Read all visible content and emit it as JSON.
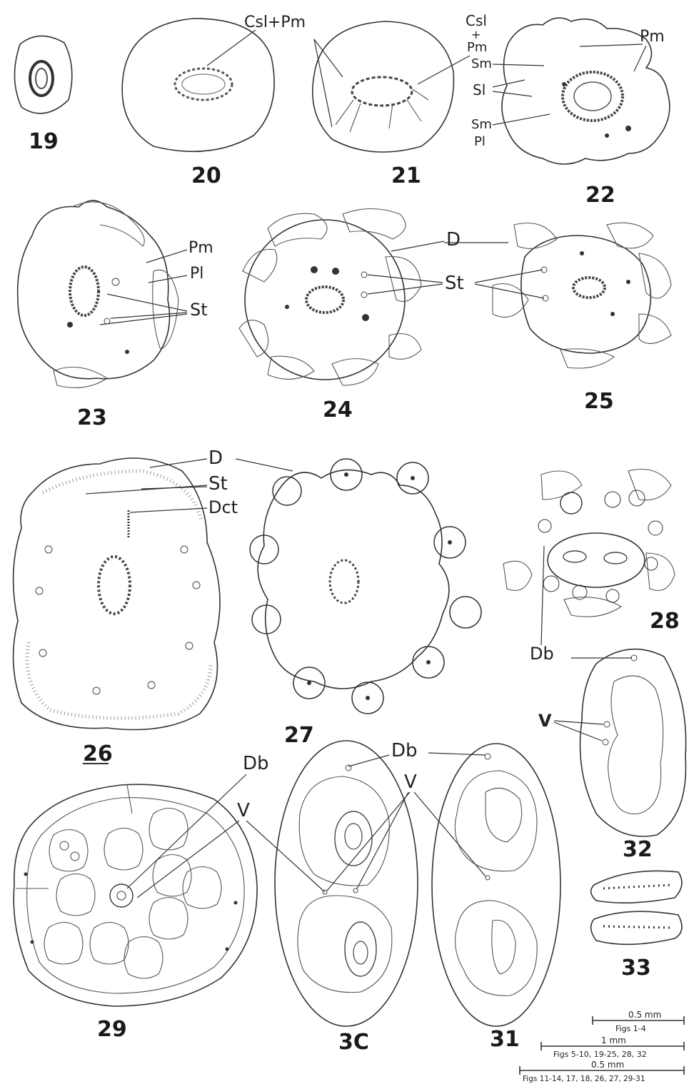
{
  "figures": {
    "f19": "19",
    "f20": "20",
    "f21": "21",
    "f22": "22",
    "f23": "23",
    "f24": "24",
    "f25": "25",
    "f26": "26",
    "f27": "27",
    "f28": "28",
    "f29": "29",
    "f30": "3C",
    "f31": "31",
    "f32": "32",
    "f33": "33"
  },
  "labels": {
    "csl_pm_20": "Csl+Pm",
    "csl_21": "Csl",
    "plus_21": "+",
    "pm_21": "Pm",
    "pm_22": "Pm",
    "sm_22a": "Sm",
    "sl_22": "Sl",
    "sm_22b": "Sm",
    "pl_22": "Pl",
    "pm_23": "Pm",
    "pl_23": "Pl",
    "st_23": "St",
    "d_24": "D",
    "st_24": "St",
    "d_26": "D",
    "st_26": "St",
    "dct_26": "Dct",
    "db_28": "Db",
    "v_32": "V",
    "db_29": "Db",
    "v_29": "V",
    "db_30": "Db",
    "v_30": "V"
  },
  "scale_bars": [
    {
      "value": "0.5 mm",
      "figs": "Figs 1-4"
    },
    {
      "value": "1 mm",
      "figs": "Figs 5-10, 19-25, 28, 32"
    },
    {
      "value": "0.5 mm",
      "figs": "Figs 11-14, 17, 18, 26, 27, 29-31"
    }
  ]
}
